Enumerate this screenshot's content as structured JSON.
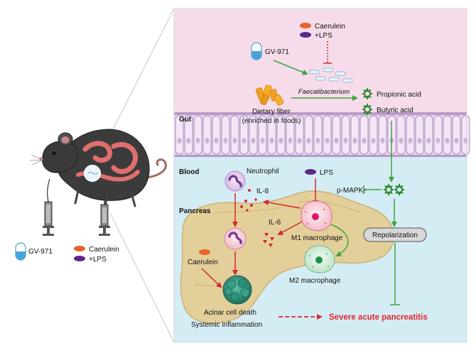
{
  "labels": {
    "caerulein_top": "Caerulein",
    "lps_top": "+LPS",
    "gv971_top": "GV-971",
    "faecalibacterium": "Faecalibacterium",
    "dietary_fiber_1": "Dietary fiber",
    "dietary_fiber_2": "(enriched in foods)",
    "propionic_acid": "Propionic acid",
    "butyric_acid": "Butyric acid",
    "gut": "Gut",
    "blood": "Blood",
    "neutrophil": "Neutrophil",
    "lps_blood": "LPS",
    "il8": "IL-8",
    "pmapk": "p-MAPK↑",
    "pancreas": "Pancreas",
    "il6": "IL-6",
    "m1_macrophage": "M1 macrophage",
    "repolarization": "Repolarization",
    "caerulein_panc": "Caerulein",
    "m2_macrophage": "M2 macrophage",
    "acinar_death": "Acinar cell death",
    "systemic_inflammation": "Systemic inflammation",
    "sap": "Severe acute pancreatitis",
    "gv971_mouse": "GV-971",
    "caerulein_mouse": "Caerulein",
    "lps_mouse": "+LPS"
  },
  "colors": {
    "gut_bg": "#f6dcea",
    "blood_bg": "#d4ecf4",
    "pancreas": "#e3cf9a",
    "red_arrow": "#d6282d",
    "green_arrow": "#3ea33e",
    "sap_text": "#e3242b",
    "caerulein": "#e8622c",
    "lps": "#5a2a86",
    "gv971": "#4aa3d8",
    "butyrate": "#2f8a2f"
  }
}
